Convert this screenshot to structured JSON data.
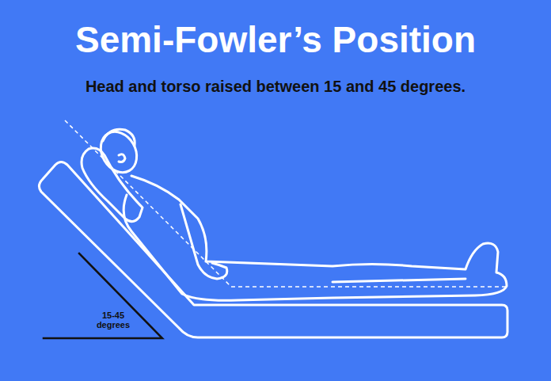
{
  "diagram": {
    "title": "Semi-Fowler’s Position",
    "labels": [
      "Head and torso raised between 15 and 45 degrees.",
      "15-45 degrees"
    ]
  }
}
